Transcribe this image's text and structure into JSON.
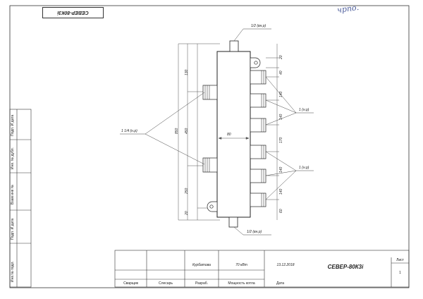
{
  "stamp_text": "СЕВЕР-80К3і",
  "handwritten_note": "чрпо.",
  "dims": {
    "top_nozzle": "1/2 (вн.р)",
    "bottom_nozzle": "1/2 (вн.р)",
    "side_left": "1 1/4 (н.р)",
    "right_upper": "1 (н.р)",
    "right_lower": "1 (н.р)",
    "height_total": "850",
    "height_mid": "450",
    "top_offset": "130",
    "bottom_offset": "250",
    "bottom_small": "20",
    "body_width": "80",
    "r_top": "20",
    "r_40": "40",
    "r_140a": "140",
    "r_140b": "140",
    "r_170": "170",
    "r_140c": "140",
    "r_140d": "140",
    "r_60": "60"
  },
  "side_stamp": {
    "inv_podl": "Инв.№ подл.",
    "podp_data_1": "Подп. И дата",
    "vzam_inv": "Взам инв №",
    "inv_dubl": "Инв. № дубл.",
    "podp_data_2": "Подп. И дата"
  },
  "title_block": {
    "author": "Курбатова",
    "power": "70 кВт",
    "date": "13.12.2018",
    "product": "СЕВЕР-80К3і",
    "sheet_label": "Лист",
    "sheet_num": "1",
    "col_svarshik": "Сварщик",
    "col_slesar": "Слесарь",
    "col_razrab": "Разраб.",
    "col_moshnost": "Мощность котла",
    "col_data": "Дата"
  }
}
